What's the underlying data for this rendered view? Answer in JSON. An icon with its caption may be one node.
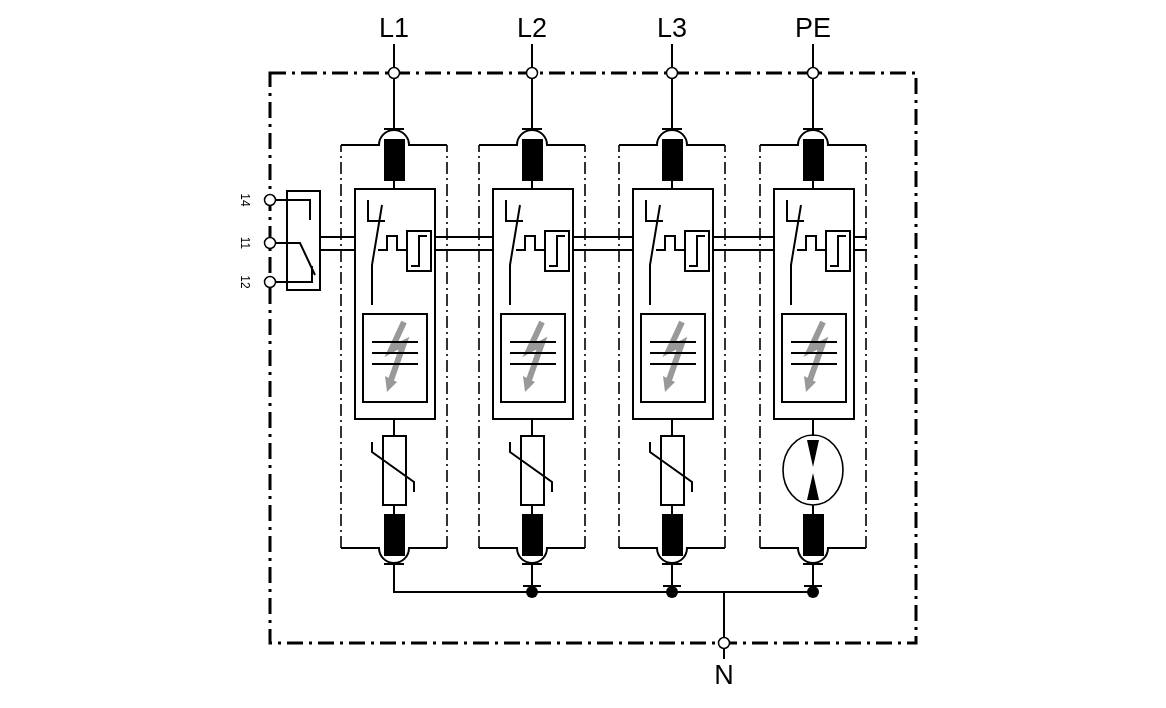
{
  "diagram": {
    "nodes": [
      {
        "text": [
          "L1"
        ]
      },
      {
        "text": [
          "L2"
        ]
      },
      {
        "text": [
          "L3"
        ]
      },
      {
        "text": [
          "PE"
        ]
      },
      {
        "text": [
          "N"
        ]
      },
      {
        "text": [],
        "shape": "box"
      },
      {
        "text": [],
        "shape": "box"
      },
      {
        "text": [],
        "shape": "box"
      },
      {
        "text": [],
        "shape": "box"
      },
      {
        "text": [],
        "shape": "box"
      }
    ],
    "edges": [
      {
        "from": 0,
        "to": 5,
        "arrow": "none"
      },
      {
        "from": 1,
        "to": 6,
        "arrow": "none"
      },
      {
        "from": 2,
        "to": 7,
        "arrow": "none"
      },
      {
        "from": 3,
        "to": 8,
        "arrow": "none"
      },
      {
        "from": 5,
        "to": 4,
        "arrow": "none"
      },
      {
        "from": 6,
        "to": 4,
        "arrow": "none"
      },
      {
        "from": 7,
        "to": 4,
        "arrow": "none"
      },
      {
        "from": 8,
        "to": 4,
        "arrow": "none"
      },
      {
        "from": 9,
        "to": 5,
        "arrow": "none"
      },
      {
        "from": 5,
        "to": 6,
        "arrow": "none"
      },
      {
        "from": 6,
        "to": 7,
        "arrow": "none"
      },
      {
        "from": 7,
        "to": 8,
        "arrow": "none"
      }
    ],
    "labels": [
      "14",
      "11",
      "12"
    ]
  }
}
